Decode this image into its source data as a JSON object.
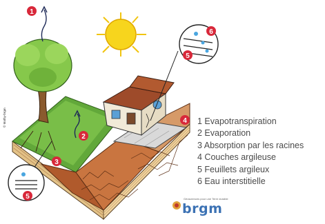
{
  "legend": {
    "items": [
      "1 Evapotranspiration",
      "2 Evaporation",
      "3 Absorption par les racines",
      "4 Couches argileuse",
      "5 Feuillets argileux",
      "6 Eau interstitielle"
    ]
  },
  "markers": [
    "1",
    "2",
    "3",
    "4",
    "5",
    "6"
  ],
  "logo": {
    "word": "brgm",
    "tagline": "Géosciences pour une Terre durable"
  },
  "credit": "© Mathy-brgm",
  "colors": {
    "marker": "#d8283a",
    "sky": "#ffffff",
    "sun": "#f5d21c",
    "grass": "#5aa331",
    "foliage": "#7cc343",
    "clay": "#c96f3c",
    "soil": "#e7c38c",
    "water": "#4aa6e0",
    "logo_text": "#3c72b4"
  }
}
